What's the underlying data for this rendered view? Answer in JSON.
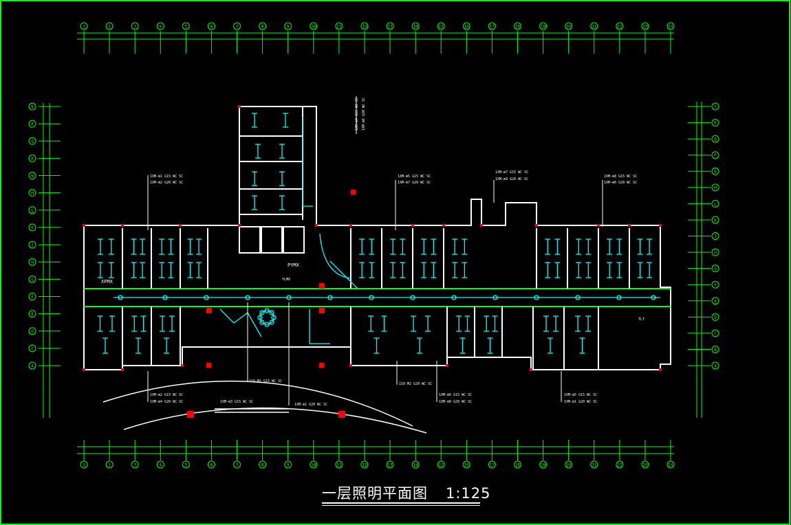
{
  "title": {
    "main": "一层照明平面图",
    "scale": "1:125"
  },
  "colors": {
    "background": "#000000",
    "frame": "#00ff00",
    "wall": "#ffffff",
    "wiring": "#00ffff",
    "dimension": "#00ff00",
    "marker": "#ff0000",
    "annotation": "#ffffff"
  },
  "top_axes": [
    "1",
    "2",
    "3",
    "4",
    "5",
    "6",
    "7",
    "8",
    "9",
    "10",
    "11",
    "12",
    "13",
    "14",
    "15",
    "16",
    "17",
    "18",
    "19",
    "20",
    "21",
    "22",
    "23",
    "24"
  ],
  "bottom_axes": [
    "1",
    "2",
    "3",
    "4",
    "5",
    "6",
    "7",
    "8",
    "9",
    "10",
    "11",
    "12",
    "13",
    "14",
    "15",
    "16",
    "17",
    "18",
    "19",
    "20",
    "21",
    "22",
    "23",
    "24"
  ],
  "left_axes": [
    "B",
    "R",
    "Q",
    "P",
    "N",
    "M",
    "L",
    "K",
    "J",
    "H",
    "G",
    "F",
    "E",
    "D",
    "C",
    "A"
  ],
  "right_axes": [
    "S",
    "R",
    "Q",
    "P",
    "N",
    "M",
    "L",
    "K",
    "J",
    "H",
    "G",
    "F",
    "E",
    "D",
    "C",
    "B",
    "A"
  ],
  "labels": {
    "xfmx": "XFMX",
    "pymx": "PYMX",
    "ylmx": "YLMX",
    "tlt": "TLT",
    "circuits": [
      "1XM-m1 G15 WC SC",
      "1XM-m2 G20 WC SC",
      "1XM-m5 G15 WC SC",
      "1XM-m7 G20 WC SC",
      "1XM-m7 G15 WC SC",
      "1XM-m9 G20 WC SC",
      "1XM-m8 G15 WC SC",
      "1XM-m0 G20 WC SC",
      "1XM-m2 G15 WC SC",
      "1XM-m4 G20 WC SC",
      "1XM-m3 G15 WC SC",
      "1XM-m1 G20 WC SC",
      "1SX-M1 G15 WC SC",
      "1SX-M2 G20 WC SC",
      "1XM-m6 G15 WC SC",
      "1XM-m0 G20 WC SC",
      "1XM-m5 G15 WC SC",
      "1XM-m1 G20 WC SC",
      "1XM-m4 G15 WC SC",
      "1XM-m6 G20 WC SC"
    ]
  }
}
